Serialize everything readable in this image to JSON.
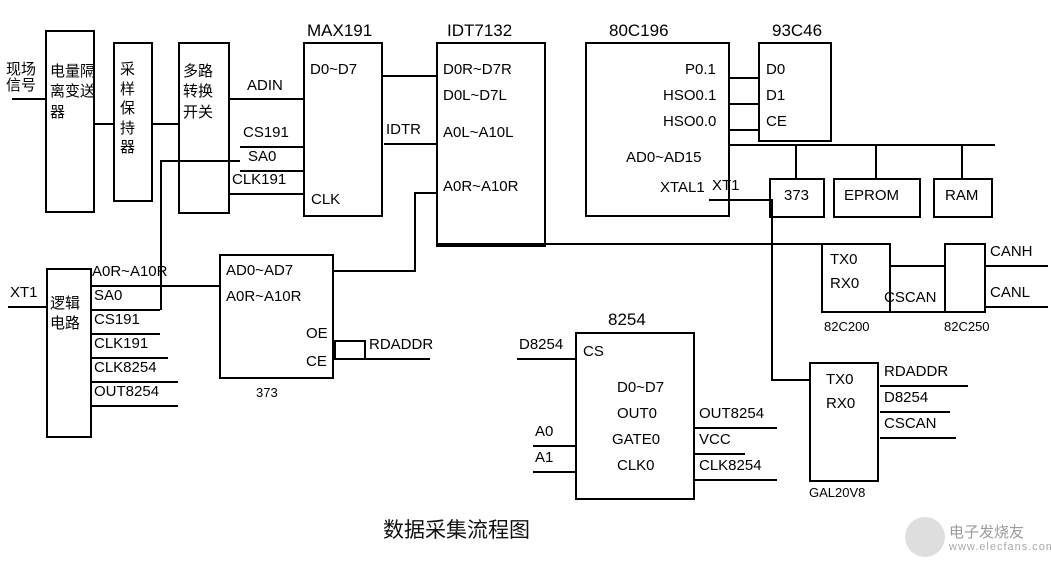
{
  "caption": "数据采集流程图",
  "watermark": {
    "brand": "电子发烧友",
    "domain": "www.elecfans.com"
  },
  "blocks": [
    {
      "id": "sensor",
      "label": "电量隔\n离变送\n器"
    },
    {
      "id": "sampler",
      "label": "采\n样\n保\n持\n器"
    },
    {
      "id": "mux",
      "label": "多路\n转换\n开关"
    },
    {
      "id": "max191",
      "label": ""
    },
    {
      "id": "idt7132",
      "label": ""
    },
    {
      "id": "mcu80c196",
      "label": ""
    },
    {
      "id": "e93c46",
      "label": ""
    },
    {
      "id": "latch373r",
      "label": "373"
    },
    {
      "id": "eprom",
      "label": "EPROM"
    },
    {
      "id": "ram",
      "label": "RAM"
    },
    {
      "id": "c82c200",
      "label": ""
    },
    {
      "id": "c82c250",
      "label": ""
    },
    {
      "id": "logic",
      "label": "逻辑\n电路"
    },
    {
      "id": "latch373",
      "label": ""
    },
    {
      "id": "c8254",
      "label": ""
    },
    {
      "id": "gal20v8",
      "label": ""
    }
  ],
  "labels": {
    "field_signal": "现场\n信号",
    "sensor": "电量隔\n离变送\n器",
    "sampler": "采\n样\n保\n持\n器",
    "mux": "多路\n转换\n开关",
    "max191_title": "MAX191",
    "max191_d0d7": "D0~D7",
    "max191_clk": "CLK",
    "adin": "ADIN",
    "cs191": "CS191",
    "sa0": "SA0",
    "clk191": "CLK191",
    "idt7132_title": "IDT7132",
    "idt_d0rd7r": "D0R~D7R",
    "idt_d0ld7l": "D0L~D7L",
    "idt_a0la10l": "A0L~A10L",
    "idt_a0ra10r": "A0R~A10R",
    "idtr": "IDTR",
    "mcu_title": "80C196",
    "mcu_p01": "P0.1",
    "mcu_hso01": "HSO0.1",
    "mcu_hso00": "HSO0.0",
    "mcu_ad0ad15": "AD0~AD15",
    "mcu_xtal1": "XTAL1",
    "xt1_right": "XT1",
    "e93c46_title": "93C46",
    "e93c46_d0": "D0",
    "e93c46_d1": "D1",
    "e93c46_ce": "CE",
    "latch373r": "373",
    "eprom": "EPROM",
    "ram": "RAM",
    "c82c200_tx0": "TX0",
    "c82c200_rx0": "RX0",
    "c82c200_name": "82C200",
    "cscan_top": "CSCAN",
    "c82c250_name": "82C250",
    "canh": "CANH",
    "canl": "CANL",
    "xt1_left": "XT1",
    "logic": "逻辑\n电路",
    "logic_a0ra10r": "A0R~A10R",
    "logic_sa0": "SA0",
    "logic_cs191": "CS191",
    "logic_clk191": "CLK191",
    "logic_clk8254": "CLK8254",
    "logic_out8254": "OUT8254",
    "latch_ad0ad7": "AD0~AD7",
    "latch_a0ra10r": "A0R~A10R",
    "latch_oe": "OE",
    "latch_ce": "CE",
    "latch_name": "373",
    "rdaddr": "RDADDR",
    "c8254_title": "8254",
    "c8254_cs": "CS",
    "c8254_d0d7": "D0~D7",
    "c8254_out0": "OUT0",
    "c8254_gate0": "GATE0",
    "c8254_clk0": "CLK0",
    "d8254_in": "D8254",
    "a0": "A0",
    "a1": "A1",
    "out8254": "OUT8254",
    "vcc": "VCC",
    "clk8254": "CLK8254",
    "gal_tx0": "TX0",
    "gal_rx0": "RX0",
    "gal_name": "GAL20V8",
    "gal_rdaddr": "RDADDR",
    "gal_d8254": "D8254",
    "gal_cscan": "CSCAN"
  }
}
